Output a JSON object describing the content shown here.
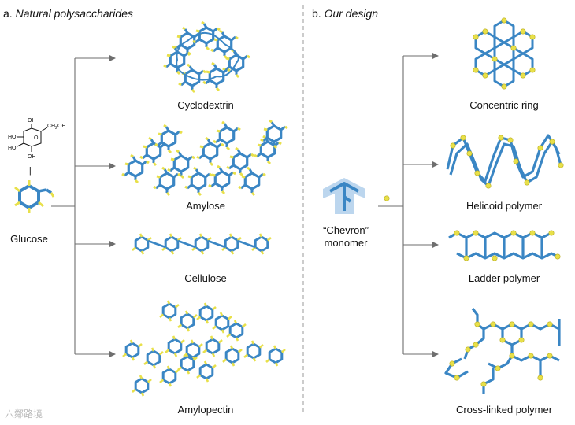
{
  "panel_a": {
    "letter": "a.",
    "title": "Natural polysaccharides",
    "source": "Glucose",
    "glucose_formula": {
      "oh_top": "OH",
      "ch2oh": "OH",
      "ch2oh_prefix": "CH",
      "ch2oh_sub": "2",
      "ho_left": "HO",
      "ho_mid": "HO",
      "oh_bottom": "OH",
      "ring_o": "O",
      "equals": "||"
    },
    "products": [
      "Cyclodextrin",
      "Amylose",
      "Cellulose",
      "Amylopectin"
    ]
  },
  "panel_b": {
    "letter": "b.",
    "title": "Our design",
    "source_line1": "“Chevron”",
    "source_line2": "monomer",
    "products": [
      "Concentric ring",
      "Helicoid polymer",
      "Ladder polymer",
      "Cross-linked polymer"
    ]
  },
  "watermark": "六鄰路境",
  "colors": {
    "bond": "#3a86c4",
    "bond_dark": "#256aa3",
    "atom": "#e8e04a",
    "arrow": "#6e6e6e",
    "divider": "#9a9a9a",
    "chevron": "#bcd6ee"
  }
}
